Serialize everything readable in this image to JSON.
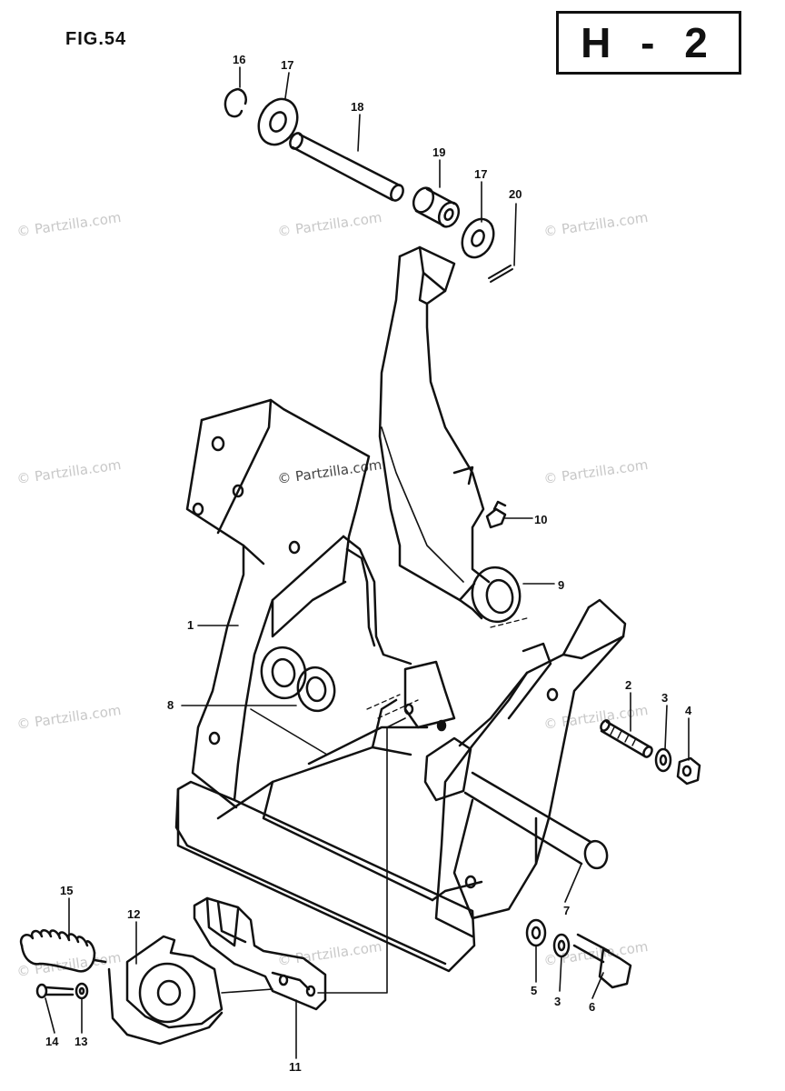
{
  "figure": {
    "title": "FIG.54",
    "section_code": "H - 2"
  },
  "watermark_text": "© Partzilla.com",
  "callouts": [
    {
      "id": "c16",
      "label": "16"
    },
    {
      "id": "c17a",
      "label": "17"
    },
    {
      "id": "c18",
      "label": "18"
    },
    {
      "id": "c19",
      "label": "19"
    },
    {
      "id": "c17b",
      "label": "17"
    },
    {
      "id": "c20",
      "label": "20"
    },
    {
      "id": "c10",
      "label": "10"
    },
    {
      "id": "c9",
      "label": "9"
    },
    {
      "id": "c1",
      "label": "1"
    },
    {
      "id": "c8",
      "label": "8"
    },
    {
      "id": "c2",
      "label": "2"
    },
    {
      "id": "c3a",
      "label": "3"
    },
    {
      "id": "c4",
      "label": "4"
    },
    {
      "id": "c15",
      "label": "15"
    },
    {
      "id": "c12",
      "label": "12"
    },
    {
      "id": "c7",
      "label": "7"
    },
    {
      "id": "c5",
      "label": "5"
    },
    {
      "id": "c3b",
      "label": "3"
    },
    {
      "id": "c6",
      "label": "6"
    },
    {
      "id": "c14",
      "label": "14"
    },
    {
      "id": "c13",
      "label": "13"
    },
    {
      "id": "c11",
      "label": "11"
    }
  ],
  "colors": {
    "line": "#111111",
    "watermark": "#c8c8c8",
    "background": "#ffffff"
  }
}
